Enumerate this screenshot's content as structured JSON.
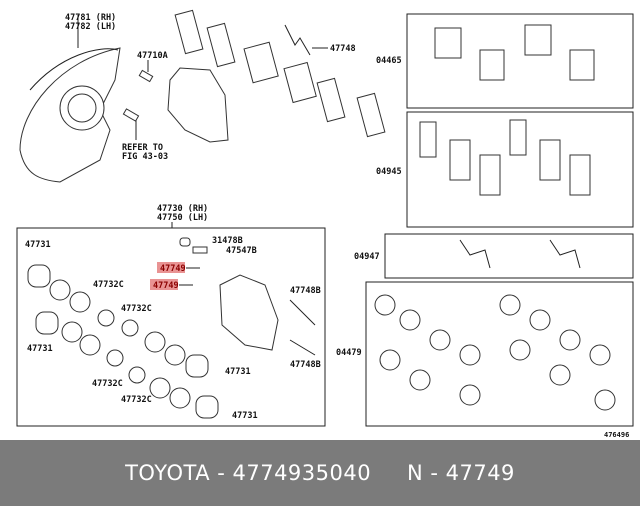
{
  "diagram": {
    "labels": {
      "shield_rh": "47781 (RH)",
      "shield_lh": "47782 (LH)",
      "bolt": "47710A",
      "refer1": "REFER TO",
      "refer2": "FIG 43-03",
      "spring_top": "47748",
      "pads_a": "04465",
      "pads_b": "04945",
      "spring_kit": "04947",
      "seal_kit": "04479",
      "caliper_rh": "47730 (RH)",
      "caliper_lh": "47750 (LH)",
      "piston_1": "47731",
      "piston_2": "47731",
      "piston_3": "47731",
      "piston_4": "47731",
      "seal_1": "47732C",
      "seal_2": "47732C",
      "seal_3": "47732C",
      "seal_4": "47732C",
      "cap": "31478B",
      "bleeder": "47547B",
      "clip_1": "47749",
      "clip_2": "47749",
      "pin_1": "47748B",
      "pin_2": "47748B",
      "figure_no": "476496"
    },
    "highlight_color": "#e58080"
  },
  "footer": {
    "text": "TOYOTA - 4774935040     N - 47749"
  }
}
